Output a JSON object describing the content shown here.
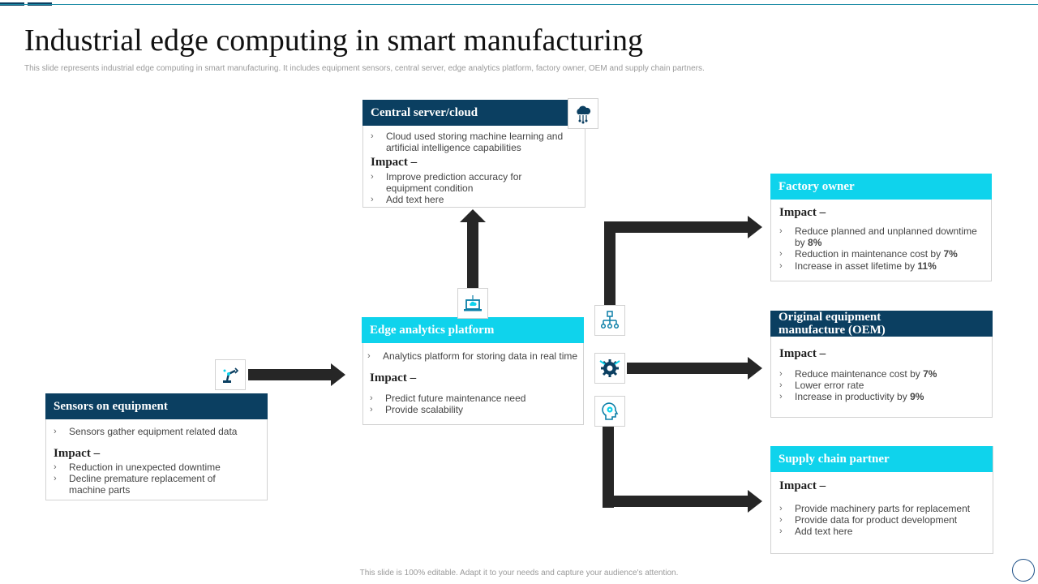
{
  "title": "Industrial edge computing in smart manufacturing",
  "subtitle": "This slide represents industrial edge computing in smart manufacturing. It includes equipment  sensors, central server, edge analytics platform, factory owner, OEM and supply chain partners.",
  "footer": "This slide is 100% editable. Adapt it to your needs and capture your audience's attention.",
  "impact_label": "Impact –",
  "central": {
    "header": "Central server/cloud",
    "desc_l1": "Cloud used storing machine learning and",
    "desc_l2": "artificial intelligence capabilities",
    "impact1_l1": "Improve prediction accuracy for",
    "impact1_l2": "equipment condition",
    "impact2": "Add text here"
  },
  "edge": {
    "header": "Edge analytics platform",
    "desc": "Analytics platform for storing data in real time",
    "impact1": "Predict future maintenance need",
    "impact2": "Provide scalability"
  },
  "sensors": {
    "header": "Sensors on equipment",
    "desc": "Sensors gather equipment related data",
    "impact1": "Reduction in unexpected downtime",
    "impact2_l1": "Decline premature replacement of",
    "impact2_l2": "machine parts"
  },
  "factory": {
    "header": "Factory owner",
    "i1_text": "Reduce planned and unplanned downtime",
    "i1_prefix": "by ",
    "i1_value": "8%",
    "i2_text": "Reduction in maintenance cost by ",
    "i2_value": "7%",
    "i3_text": "Increase in asset lifetime by ",
    "i3_value": "11%"
  },
  "oem": {
    "header_l1": "Original equipment",
    "header_l2": "manufacture (OEM)",
    "i1_text": "Reduce maintenance cost by ",
    "i1_value": "7%",
    "i2_text": "Lower error rate",
    "i3_text": "Increase in productivity  by ",
    "i3_value": "9%"
  },
  "supply": {
    "header": "Supply chain partner",
    "i1": "Provide machinery parts for replacement",
    "i2": "Provide data for product development",
    "i3": "Add text here"
  },
  "colors": {
    "dark_header": "#0b3f61",
    "cyan_header": "#0fd3ec",
    "arrow": "#262626"
  },
  "icons": [
    "cloud-network-icon",
    "cloud-laptop-icon",
    "robot-arm-icon",
    "network-hierarchy-icon",
    "gear-wrench-icon",
    "head-gear-icon"
  ]
}
